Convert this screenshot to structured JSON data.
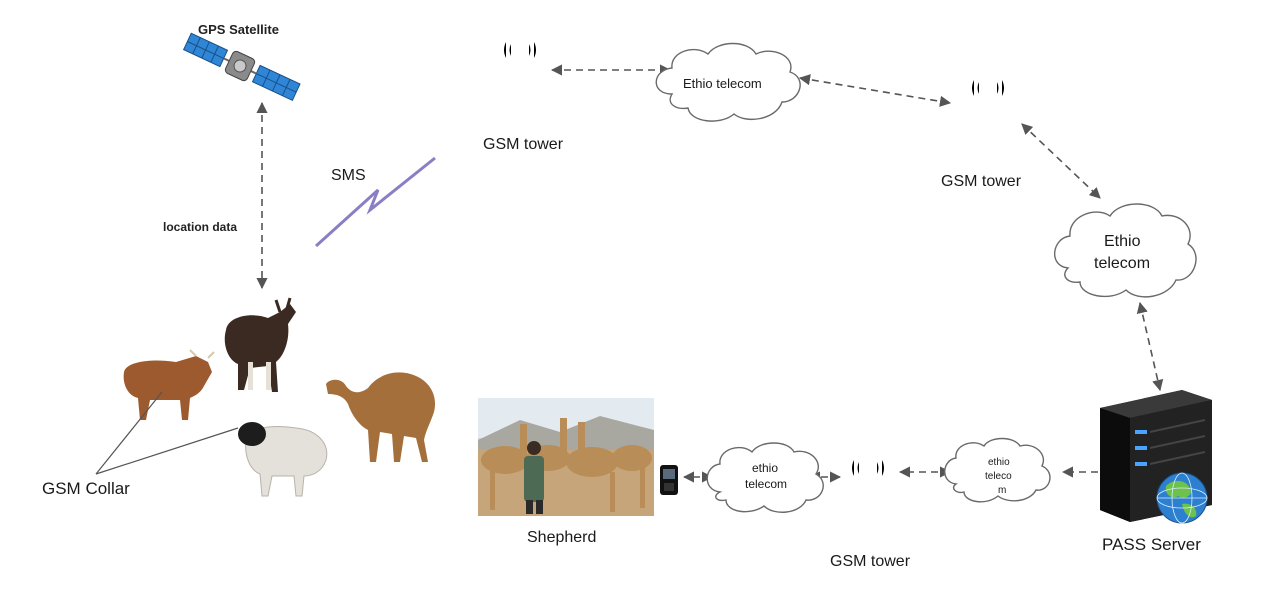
{
  "labels": {
    "gps_satellite": "GPS Satellite",
    "location_data": "location data",
    "sms": "SMS",
    "gsm_tower_top": "GSM tower",
    "gsm_tower_right": "GSM tower",
    "gsm_tower_bottom": "GSM tower",
    "ethio_telecom_top": "Ethio telecom",
    "ethio_telecom_right_1": "Ethio",
    "ethio_telecom_right_2": "telecom",
    "ethio_telecom_bottom_left_1": "ethio",
    "ethio_telecom_bottom_left_2": "telecom",
    "ethio_telecom_bottom_right_1": "ethio",
    "ethio_telecom_bottom_right_2": "teleco",
    "ethio_telecom_bottom_right_3": "m",
    "gsm_collar": "GSM Collar",
    "shepherd": "Shepherd",
    "pass_server": "PASS Server"
  },
  "colors": {
    "tower": "#7b96b5",
    "sms_bolt": "#8a7fc4",
    "satellite_panel": "#2f86d6",
    "server_body": "#1c1c1c",
    "server_leds": "#4aa3ff",
    "globe": "#2d7fd0"
  },
  "icons": [
    "satellite-icon",
    "tower-icon",
    "cloud-icon",
    "server-icon",
    "globe-icon",
    "phone-icon",
    "cow-icon",
    "goat-icon",
    "sheep-icon",
    "camel-icon"
  ]
}
